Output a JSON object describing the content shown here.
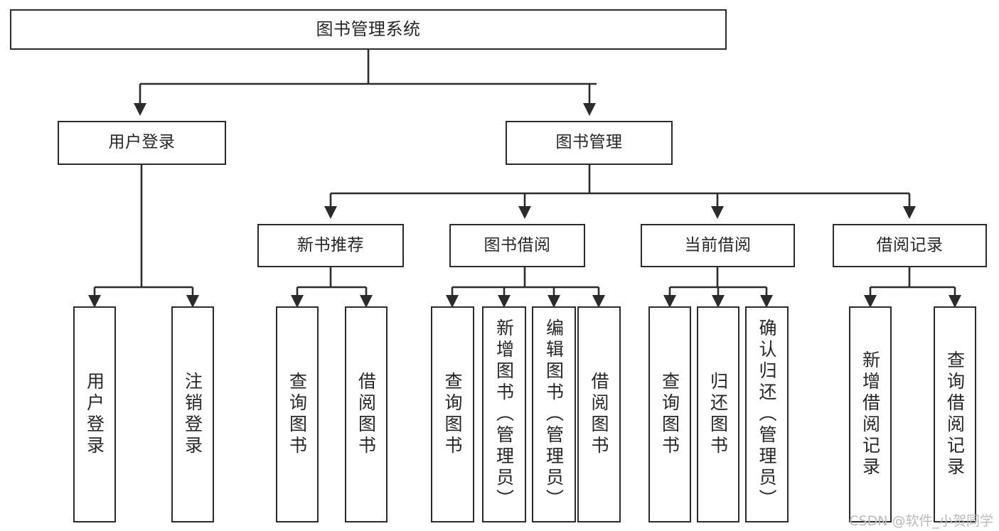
{
  "diagram": {
    "type": "tree",
    "title": "图书管理系统",
    "watermark": "CSDN @软件_小贺同学",
    "theme": {
      "background": "#ffffff",
      "node_border": "#2b2b2b",
      "node_fill": "#ffffff",
      "text": "#262626",
      "edge": "#2b2b2b",
      "watermark": "#b9b9b9"
    },
    "nodes": {
      "root": {
        "label": "图书管理系统"
      },
      "level2": [
        {
          "label": "用户登录"
        },
        {
          "label": "图书管理"
        }
      ],
      "level3": [
        {
          "label": "新书推荐"
        },
        {
          "label": "图书借阅"
        },
        {
          "label": "当前借阅"
        },
        {
          "label": "借阅记录"
        }
      ],
      "leaves": {
        "user_login": [
          {
            "label": "用户登录"
          },
          {
            "label": "注销登录"
          }
        ],
        "new_book_recommend": [
          {
            "label": "查询图书"
          },
          {
            "label": "借阅图书"
          }
        ],
        "book_borrow": [
          {
            "label": "查询图书"
          },
          {
            "label": "新增图书（管理员）"
          },
          {
            "label": "编辑图书（管理员）"
          },
          {
            "label": "借阅图书"
          }
        ],
        "current_borrow": [
          {
            "label": "查询图书"
          },
          {
            "label": "归还图书"
          },
          {
            "label": "确认归还（管理员）"
          }
        ],
        "borrow_record": [
          {
            "label": "新增借阅记录"
          },
          {
            "label": "查询借阅记录"
          }
        ]
      }
    }
  }
}
